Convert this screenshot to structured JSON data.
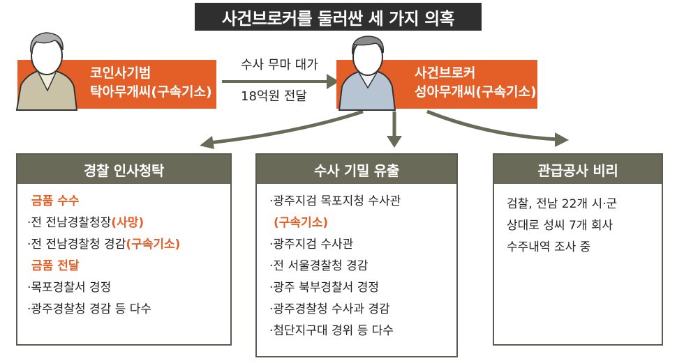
{
  "title": "사건브로커를 둘러싼 세 가지 의혹",
  "left_person": {
    "line1": "코인사기범",
    "line2": "탁아무개씨(구속기소)"
  },
  "right_person": {
    "line1": "사건브로커",
    "line2": "성아무개씨(구속기소)"
  },
  "transfer": {
    "line1": "수사 무마 대가",
    "line2": "18억원 전달"
  },
  "boxes": [
    {
      "heading": "경찰 인사청탁",
      "section1": "금품 수수",
      "items1": [
        {
          "text": "전 전남경찰청장",
          "note": "(사망)"
        },
        {
          "text": "전 전남경찰청 경감",
          "note": "(구속기소)"
        }
      ],
      "section2": "금품 전달",
      "items2": [
        "목포경찰서 경정",
        "광주경찰청 경감 등 다수"
      ]
    },
    {
      "heading": "수사 기밀 유출",
      "first_item": "광주지검 목포지청 수사관",
      "first_note": "(구속기소)",
      "items": [
        "광주지검 수사관",
        "전 서울경찰청 경감",
        "광주 북부경찰서 경정",
        "광주경찰청 수사과 경감",
        "첨단지구대 경위 등 다수"
      ]
    },
    {
      "heading": "관급공사 비리",
      "lines": [
        "검찰, 전남 22개 시·군",
        "상대로 성씨 7개 회사",
        "수주내역 조사 중"
      ]
    }
  ],
  "colors": {
    "accent": "#e35f27",
    "header": "#6a6a58",
    "title_bg": "#2f2f2f",
    "arrow": "#6a6a58"
  }
}
